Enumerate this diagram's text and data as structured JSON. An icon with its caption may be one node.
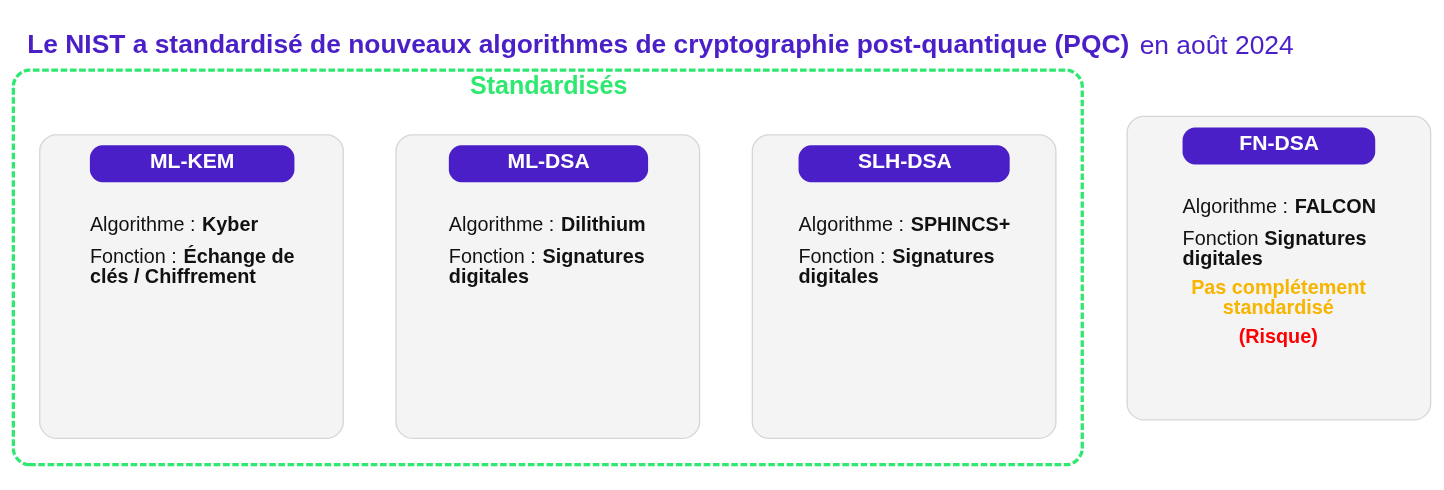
{
  "diagram": {
    "title": "**Le NIST a standardisé de nouveaux algorithmes de cryptographie post-quantique (PQC)** en août 2024",
    "nodes": [
      {
        "text": [
          "Standardisés"
        ]
      },
      {
        "text": [
          "ML-KEM",
          "Algorithme : **Kyber**",
          "Fonction : **Échange de clés / Chiffrement**"
        ],
        "in": 0
      },
      {
        "text": [
          "ML-DSA",
          "Algorithme : **Dilithium**",
          "Fonction : **Signatures digitales**"
        ],
        "in": 0
      },
      {
        "text": [
          "SLH-DSA",
          "Algorithme : **SPHINCS+**",
          "Fonction : **Signatures digitales**"
        ],
        "in": 0
      },
      {
        "text": [
          "FN-DSA",
          "Algorithme : **FALCON**",
          "Fonction **Signatures digitales**",
          "Pas complétement standardisé",
          "(Risque)"
        ]
      }
    ]
  }
}
